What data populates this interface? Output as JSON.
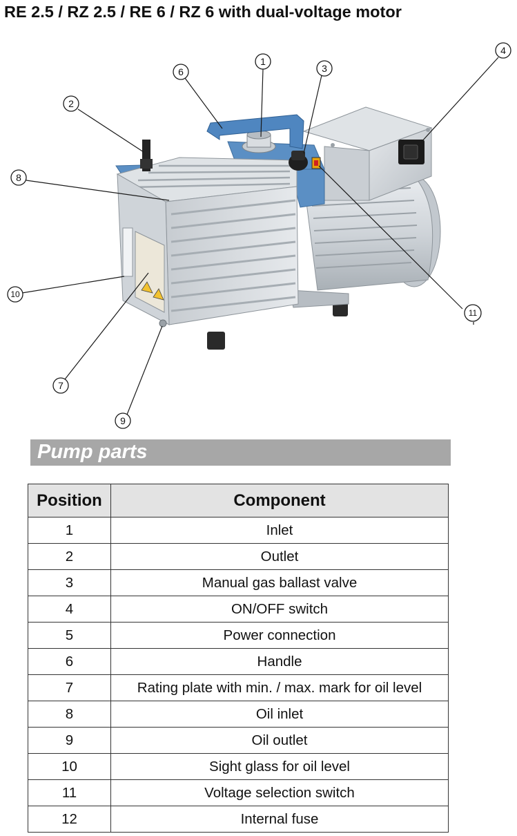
{
  "title": "RE 2.5 / RZ 2.5 / RE 6 / RZ 6 with dual-voltage motor",
  "figure": {
    "callouts": [
      "1",
      "2",
      "3",
      "4",
      "6",
      "8",
      "10",
      "7",
      "9",
      "11"
    ],
    "colors": {
      "housing": "#d4d8dc",
      "accent_blue": "#5b8fc4",
      "handle_blue": "#4f86c0",
      "feet": "#2a2a2a"
    }
  },
  "section": {
    "title": "Pump parts"
  },
  "table": {
    "headers": [
      "Position",
      "Component"
    ],
    "rows": [
      [
        "1",
        "Inlet"
      ],
      [
        "2",
        "Outlet"
      ],
      [
        "3",
        "Manual gas ballast valve"
      ],
      [
        "4",
        "ON/OFF switch"
      ],
      [
        "5",
        "Power connection"
      ],
      [
        "6",
        "Handle"
      ],
      [
        "7",
        "Rating plate with min. / max. mark for oil level"
      ],
      [
        "8",
        "Oil inlet"
      ],
      [
        "9",
        "Oil outlet"
      ],
      [
        "10",
        "Sight glass for oil level"
      ],
      [
        "11",
        "Voltage selection switch"
      ],
      [
        "12",
        "Internal fuse"
      ]
    ]
  }
}
